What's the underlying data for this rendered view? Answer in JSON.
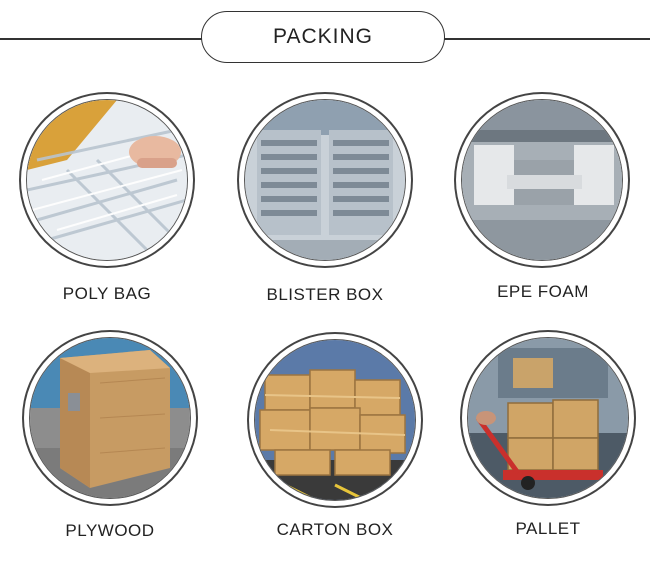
{
  "header": {
    "title": "PACKING"
  },
  "items": [
    {
      "label": "POLY BAG",
      "icon": "poly-bag-photo"
    },
    {
      "label": "BLISTER BOX",
      "icon": "blister-box-photo"
    },
    {
      "label": "EPE FOAM",
      "icon": "epe-foam-photo"
    },
    {
      "label": "PLYWOOD",
      "icon": "plywood-crate-photo"
    },
    {
      "label": "CARTON BOX",
      "icon": "carton-box-photo"
    },
    {
      "label": "PALLET",
      "icon": "pallet-photo"
    }
  ]
}
